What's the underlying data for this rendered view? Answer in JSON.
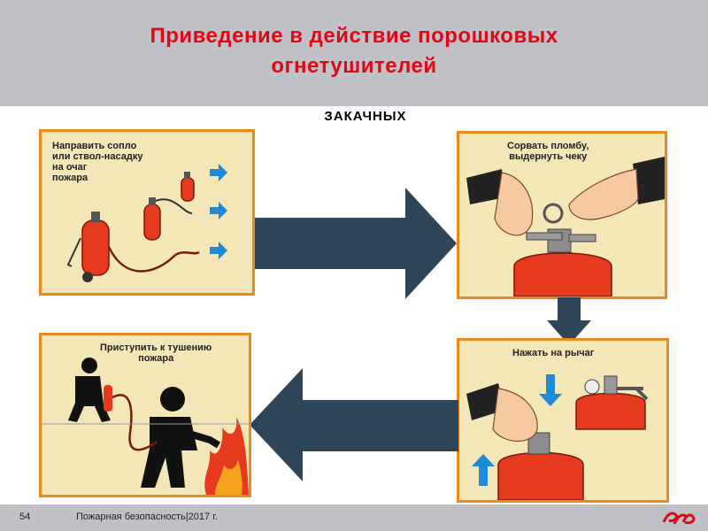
{
  "slide": {
    "title_line1": "Приведение в действие порошковых",
    "title_line2": "огнетушителей",
    "subtitle": "ЗАКАЧНЫХ"
  },
  "panels": {
    "aim": {
      "line1": "Направить сопло",
      "line2": "или ствол-насадку",
      "line3": "на очаг",
      "line4": "пожара"
    },
    "seal": {
      "line1": "Сорвать пломбу,",
      "line2": "выдернуть чеку"
    },
    "lever": {
      "line1": "Нажать на рычаг"
    },
    "extinguish": {
      "line1": "Приступить к тушению",
      "line2": "пожара"
    }
  },
  "footer": {
    "page_number": "54",
    "text": "Пожарная безопасность|2017 г."
  },
  "colors": {
    "title_red": "#e30613",
    "header_gray": "#bfc1c7",
    "panel_border": "#e88a1c",
    "panel_bg": "#f3e7b8",
    "arrow_fill": "#2f4658",
    "extinguisher_red": "#e53a1e",
    "blue_arrow": "#1f8ad8"
  }
}
